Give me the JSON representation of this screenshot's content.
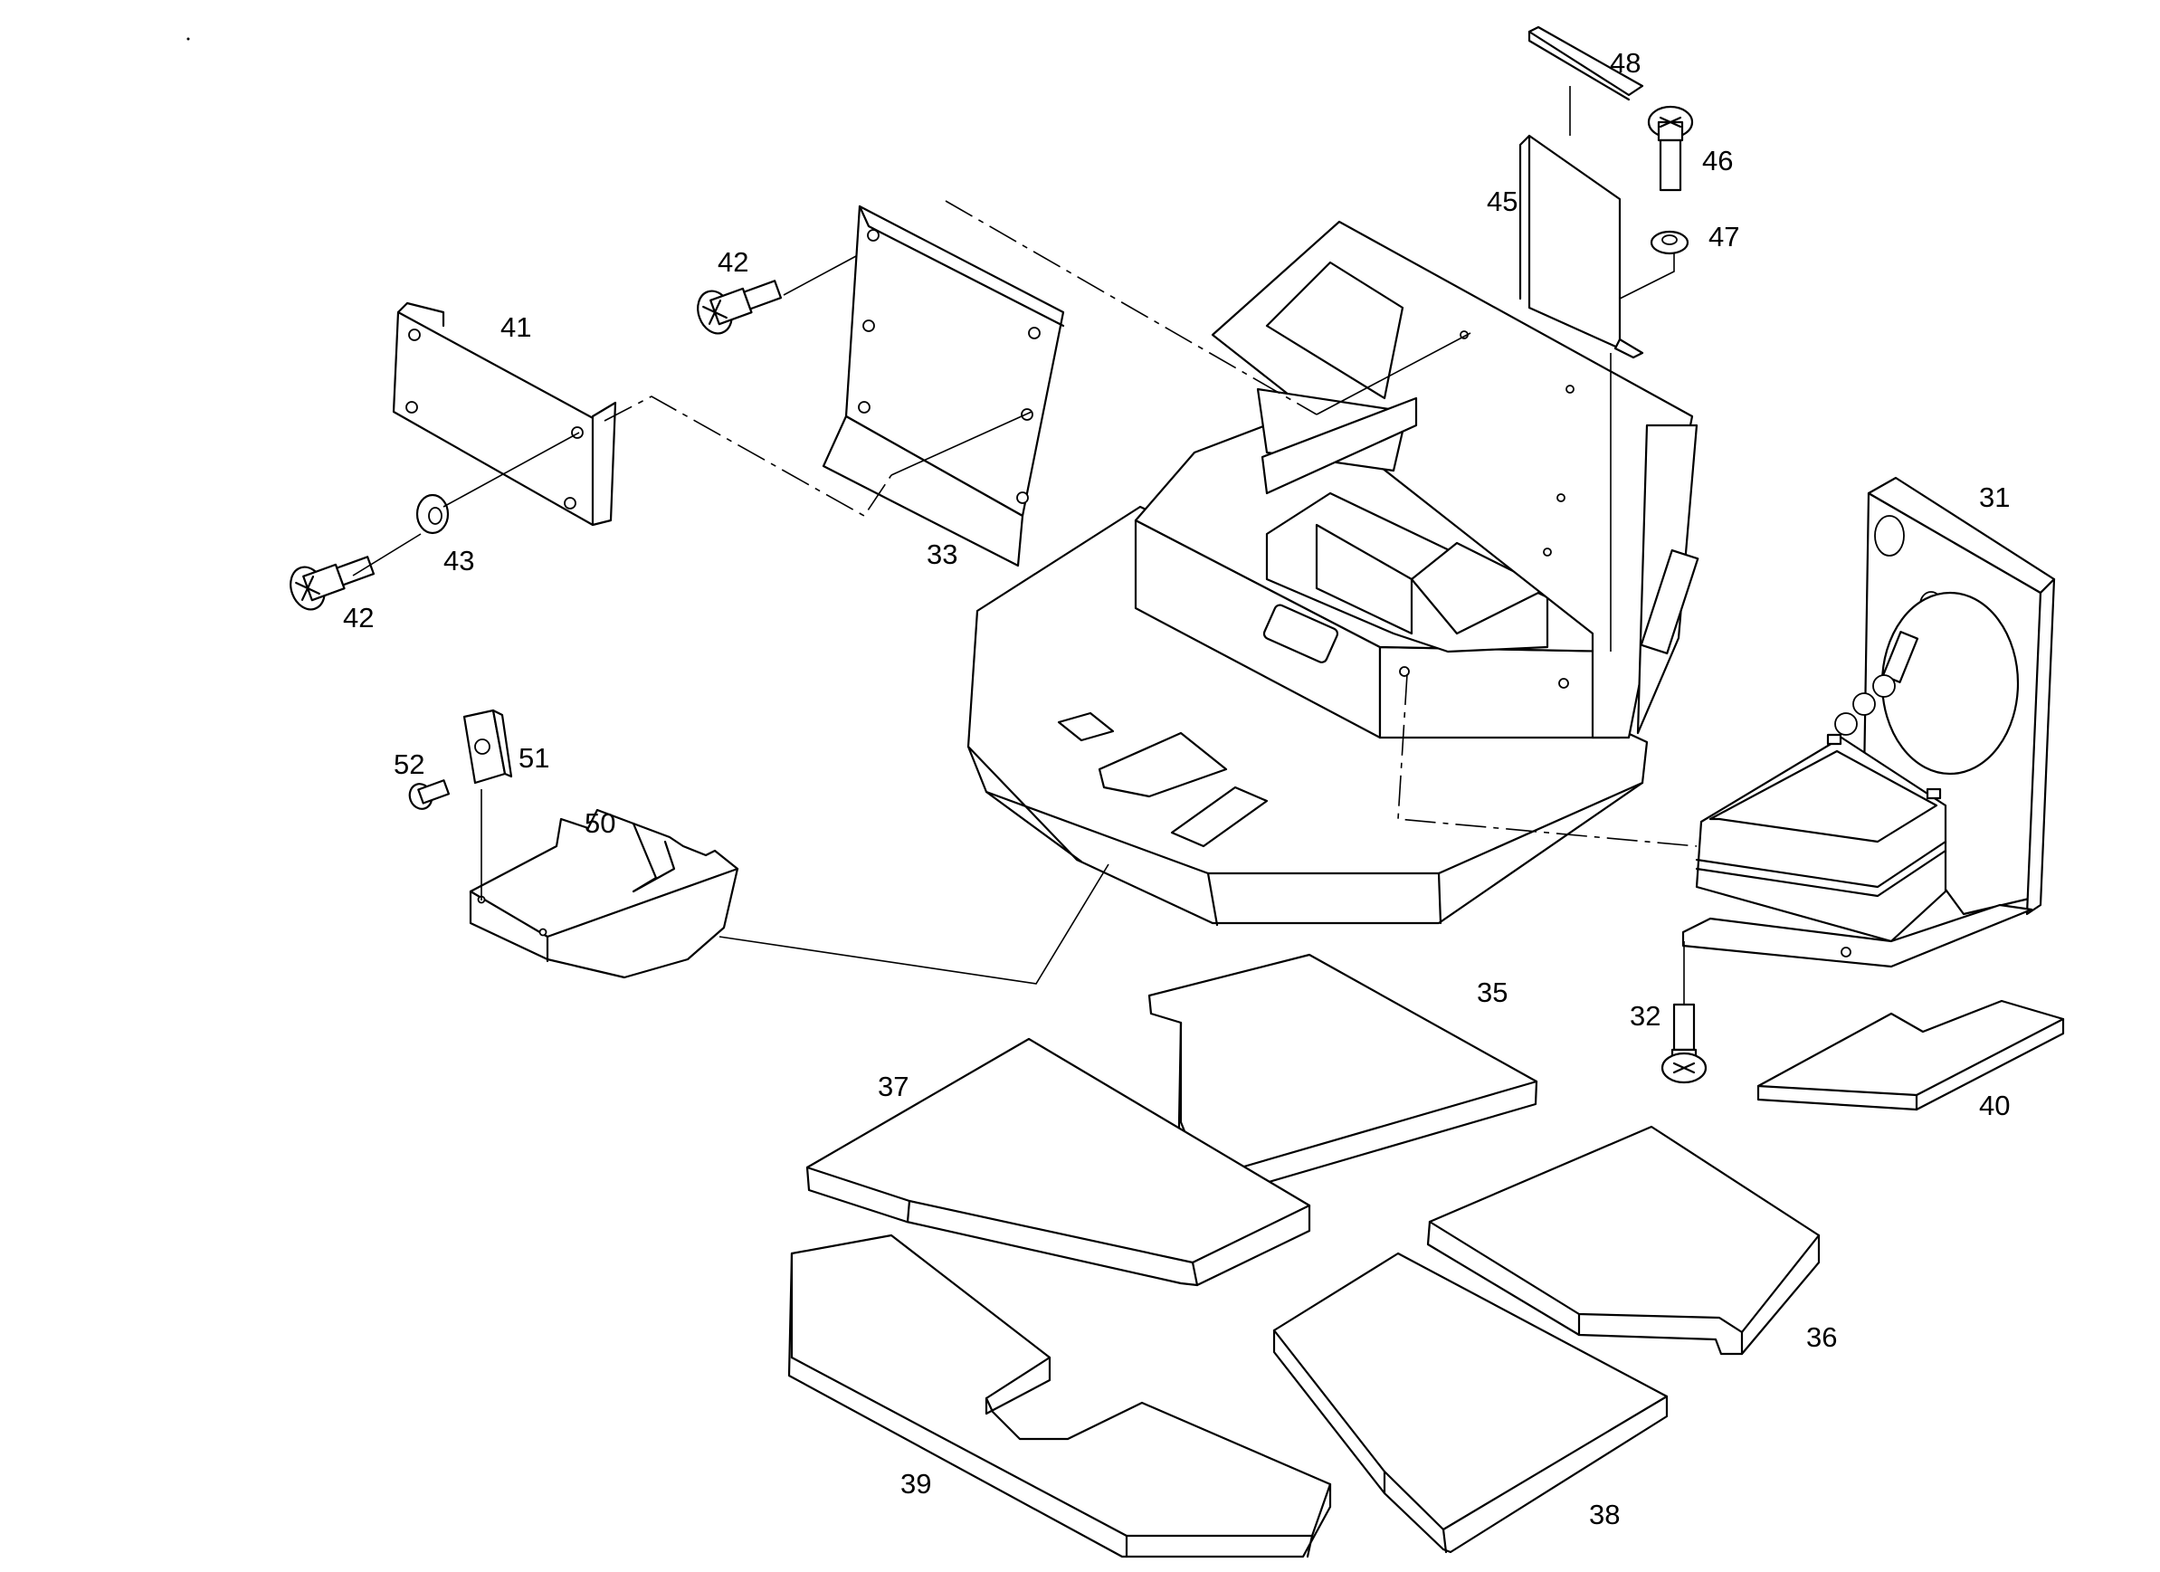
{
  "callouts": {
    "c31": "31",
    "c32": "32",
    "c33": "33",
    "c35": "35",
    "c36": "36",
    "c37": "37",
    "c38": "38",
    "c39": "39",
    "c40": "40",
    "c41": "41",
    "c42a": "42",
    "c42b": "42",
    "c43": "43",
    "c45": "45",
    "c46": "46",
    "c47": "47",
    "c48": "48",
    "c50": "50",
    "c51": "51",
    "c52": "52"
  },
  "icons": {
    "screw": "phillips-screw-icon",
    "washer": "washer-icon",
    "clip": "spring-clip-icon"
  }
}
